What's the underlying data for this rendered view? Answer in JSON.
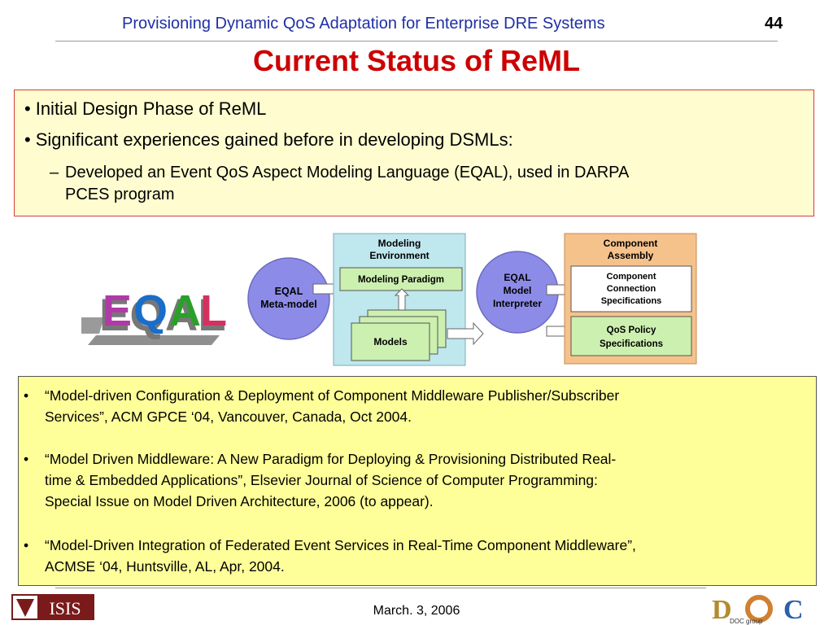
{
  "header": {
    "title": "Provisioning Dynamic QoS Adaptation for Enterprise DRE Systems",
    "page_number": "44"
  },
  "slide_title": "Current Status of ReML",
  "bullets": {
    "item1": "Initial Design Phase of ReML",
    "item2": "Significant experiences gained before in developing DSMLs:",
    "sub1_line1": "Developed an Event QoS Aspect Modeling Language (EQAL), used in DARPA",
    "sub1_line2": "PCES program"
  },
  "logo_eqal": "EQAL",
  "diagram": {
    "meta_model_l1": "EQAL",
    "meta_model_l2": "Meta-model",
    "env_l1": "Modeling",
    "env_l2": "Environment",
    "paradigm": "Modeling Paradigm",
    "models": "Models",
    "interp_l1": "EQAL",
    "interp_l2": "Model",
    "interp_l3": "Interpreter",
    "assembly_l1": "Component",
    "assembly_l2": "Assembly",
    "conn_l1": "Component",
    "conn_l2": "Connection",
    "conn_l3": "Specifications",
    "qos_l1": "QoS Policy",
    "qos_l2": "Specifications"
  },
  "references": {
    "r1_l1": "“Model-driven Configuration & Deployment of Component Middleware Publisher/Subscriber",
    "r1_l2": "Services”, ACM GPCE ‘04, Vancouver, Canada, Oct 2004.",
    "r2_l1": "“Model Driven Middleware: A New Paradigm for Deploying & Provisioning Distributed Real-",
    "r2_l2": "time & Embedded Applications”, Elsevier Journal of Science of Computer Programming:",
    "r2_l3": "Special Issue on Model Driven Architecture, 2006 (to appear).",
    "r3_l1": "“Model-Driven Integration of Federated Event Services in Real-Time Component Middleware”,",
    "r3_l2": "ACMSE ‘04, Huntsville, AL, Apr, 2004."
  },
  "footer": {
    "date": "March. 3, 2006",
    "isis_logo_text": "ISIS",
    "doc_logo_text": "DOC group"
  },
  "colors": {
    "header_blue": "#1f2fa6",
    "title_red": "#cc0000",
    "bullet_box_bg": "#fffdd0",
    "ref_box_bg": "#ffff99",
    "circle_fill": "#8c8ce8",
    "env_fill": "#bfe8ee",
    "assembly_fill": "#f6c28c",
    "box_fill": "#ccf0b0"
  },
  "icons": [
    "isis-logo-icon",
    "doc-group-logo-icon",
    "eqal-logo-icon"
  ]
}
